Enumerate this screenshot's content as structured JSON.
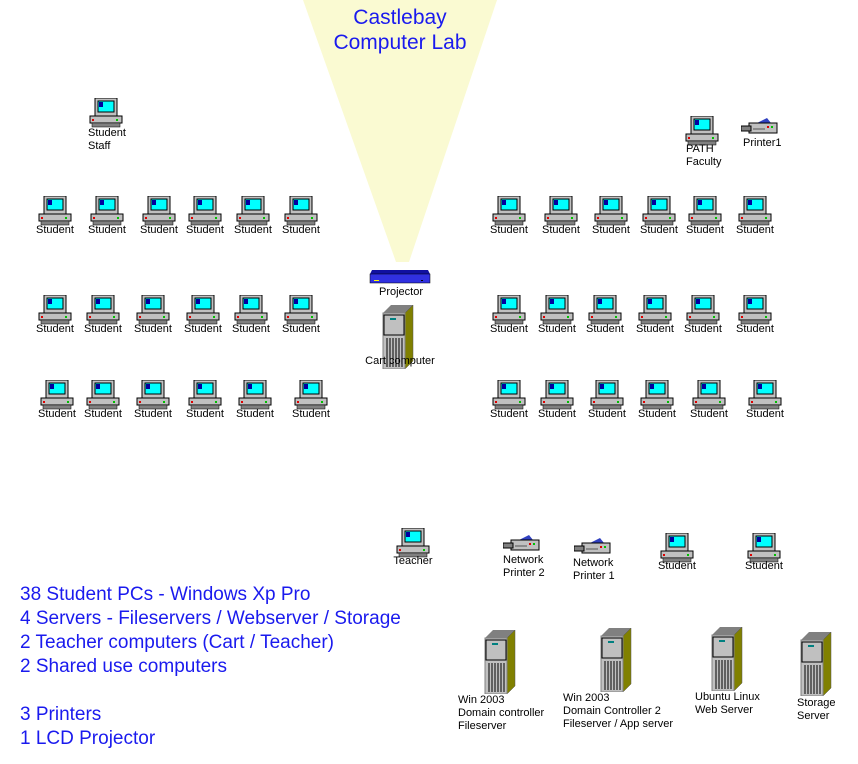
{
  "title": [
    "Castlebay",
    "Computer Lab"
  ],
  "nodes": [
    {
      "type": "pc",
      "label": [
        "Student",
        "Staff"
      ]
    },
    {
      "type": "pc",
      "label": [
        "Student"
      ]
    },
    {
      "type": "pc",
      "label": [
        "Student"
      ]
    },
    {
      "type": "pc",
      "label": [
        "Student"
      ]
    },
    {
      "type": "pc",
      "label": [
        "Student"
      ]
    },
    {
      "type": "pc",
      "label": [
        "Student"
      ]
    },
    {
      "type": "pc",
      "label": [
        "Student"
      ]
    },
    {
      "type": "pc",
      "label": [
        "Student"
      ]
    },
    {
      "type": "pc",
      "label": [
        "Student"
      ]
    },
    {
      "type": "pc",
      "label": [
        "Student"
      ]
    },
    {
      "type": "pc",
      "label": [
        "Student"
      ]
    },
    {
      "type": "pc",
      "label": [
        "Student"
      ]
    },
    {
      "type": "pc",
      "label": [
        "Student"
      ]
    },
    {
      "type": "pc",
      "label": [
        "Student"
      ]
    },
    {
      "type": "pc",
      "label": [
        "Student"
      ]
    },
    {
      "type": "pc",
      "label": [
        "Student"
      ]
    },
    {
      "type": "pc",
      "label": [
        "Student"
      ]
    },
    {
      "type": "pc",
      "label": [
        "Student"
      ]
    },
    {
      "type": "pc",
      "label": [
        "Student"
      ]
    },
    {
      "type": "pc",
      "label": [
        "Student"
      ]
    },
    {
      "type": "pc",
      "label": [
        "Student"
      ]
    },
    {
      "type": "pc",
      "label": [
        "Student"
      ]
    },
    {
      "type": "pc",
      "label": [
        "Student"
      ]
    },
    {
      "type": "pc",
      "label": [
        "Student"
      ]
    },
    {
      "type": "pc",
      "label": [
        "Student"
      ]
    },
    {
      "type": "pc",
      "label": [
        "Student"
      ]
    },
    {
      "type": "pc",
      "label": [
        "Student"
      ]
    },
    {
      "type": "pc",
      "label": [
        "Student"
      ]
    },
    {
      "type": "pc",
      "label": [
        "Student"
      ]
    },
    {
      "type": "pc",
      "label": [
        "Student"
      ]
    },
    {
      "type": "pc",
      "label": [
        "Student"
      ]
    },
    {
      "type": "pc",
      "label": [
        "Student"
      ]
    },
    {
      "type": "pc",
      "label": [
        "Student"
      ]
    },
    {
      "type": "pc",
      "label": [
        "Student"
      ]
    },
    {
      "type": "pc",
      "label": [
        "Student"
      ]
    },
    {
      "type": "pc",
      "label": [
        "Student"
      ]
    },
    {
      "type": "pc",
      "label": [
        "Student"
      ]
    },
    {
      "type": "pc",
      "label": [
        "PATH",
        "Faculty"
      ]
    },
    {
      "type": "printer",
      "label": [
        "Printer1"
      ]
    },
    {
      "type": "projector",
      "label": [
        "Projector"
      ]
    },
    {
      "type": "tower",
      "label": [
        "Cart computer"
      ]
    },
    {
      "type": "pc",
      "label": [
        "Teacher"
      ]
    },
    {
      "type": "printer",
      "label": [
        "Network",
        "Printer 2"
      ]
    },
    {
      "type": "printer",
      "label": [
        "Network",
        "Printer 1"
      ]
    },
    {
      "type": "pc",
      "label": [
        "Student"
      ]
    },
    {
      "type": "pc",
      "label": [
        "Student"
      ]
    },
    {
      "type": "tower",
      "label": [
        "Win 2003",
        "Domain controller",
        "Fileserver"
      ]
    },
    {
      "type": "tower",
      "label": [
        "Win 2003",
        "Domain Controller 2",
        "Fileserver / App server"
      ]
    },
    {
      "type": "tower",
      "label": [
        "Ubuntu Linux",
        "Web Server"
      ]
    },
    {
      "type": "tower",
      "label": [
        "Storage",
        "Server"
      ]
    }
  ],
  "summary": [
    "38 Student PCs - Windows Xp Pro",
    "4 Servers - Fileservers / Webserver / Storage",
    "2 Teacher computers (Cart / Teacher)",
    "2 Shared use computers",
    "",
    "3 Printers",
    "1 LCD Projector"
  ],
  "colors": {
    "text_blue": "#1a1aee",
    "beam": "#fafad2",
    "screen": "#00ffff",
    "projector": "#3030e0",
    "tower_side": "#808000"
  }
}
